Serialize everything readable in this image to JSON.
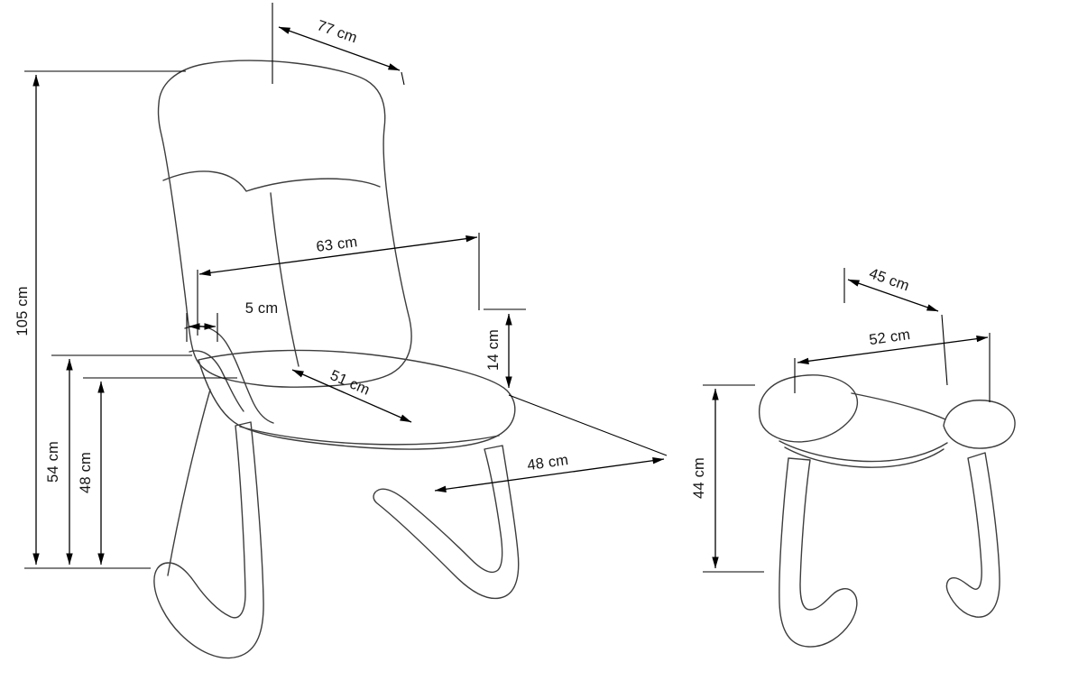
{
  "page": {
    "background": "#ffffff",
    "description": "Technical dimension drawing of an armchair with matching footstool"
  },
  "colors": {
    "outline": "#3d3d3d",
    "dimension_lines": "#000000",
    "label_text": "#141414"
  },
  "chair": {
    "name": "armchair",
    "dims": {
      "depth": "77 cm",
      "height": "105 cm",
      "backrest_width": "63 cm",
      "armrest_inset": "5 cm",
      "seat_depth": "51 cm",
      "cushion_thickness": "14 cm",
      "seat_width": "48 cm",
      "armrest_height": "54 cm",
      "seat_height": "48 cm"
    }
  },
  "stool": {
    "name": "footstool",
    "dims": {
      "depth": "45 cm",
      "width": "52 cm",
      "height": "44 cm"
    }
  }
}
